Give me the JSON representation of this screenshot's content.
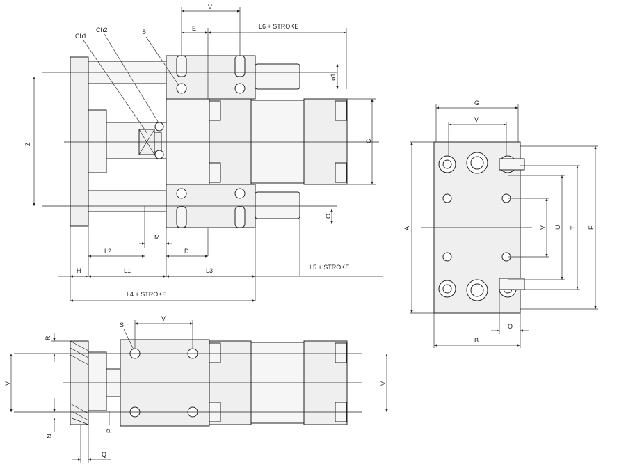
{
  "labels": {
    "V": "V",
    "E": "E",
    "L6_STROKE": "L6 + STROKE",
    "Ch1": "Ch1",
    "Ch2": "Ch2",
    "S": "S",
    "phi1": "ø1",
    "Z": "Z",
    "C": "C",
    "O": "O",
    "M": "M",
    "L2": "L2",
    "D": "D",
    "H": "H",
    "L1": "L1",
    "L3": "L3",
    "L5_STROKE": "L5 + STROKE",
    "L4_STROKE": "L4 + STROKE",
    "G": "G",
    "A": "A",
    "U": "U",
    "T": "T",
    "F": "F",
    "B": "B",
    "R": "R",
    "N": "N",
    "P": "P",
    "Q": "Q"
  }
}
